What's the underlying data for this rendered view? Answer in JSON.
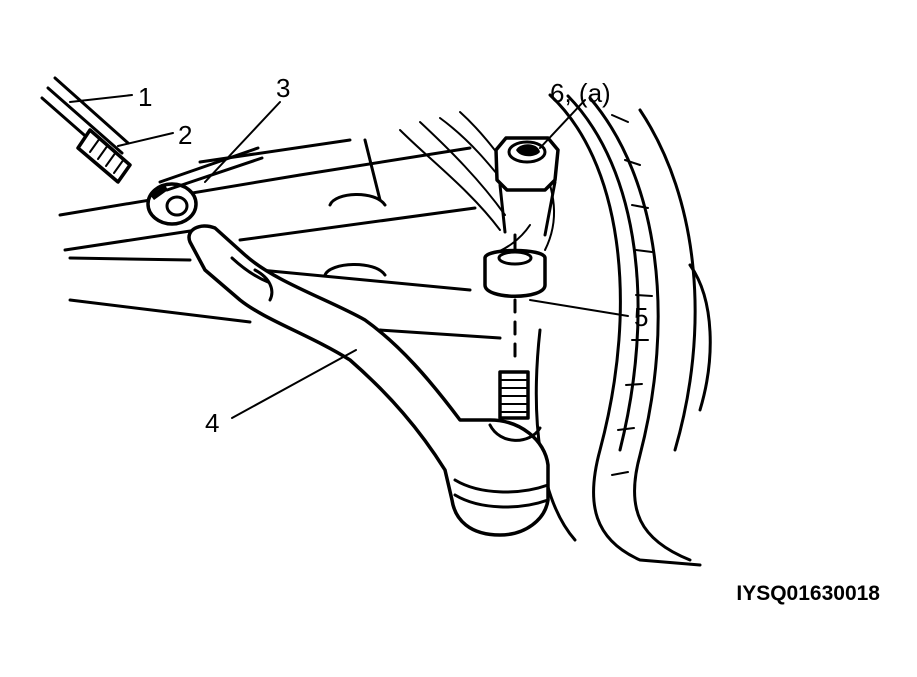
{
  "callouts": [
    {
      "id": "1",
      "label": "1"
    },
    {
      "id": "2",
      "label": "2"
    },
    {
      "id": "3",
      "label": "3"
    },
    {
      "id": "4",
      "label": "4"
    },
    {
      "id": "5",
      "label": "5"
    },
    {
      "id": "6",
      "label": "6, (a)"
    }
  ],
  "figure_id": "IYSQ01630018",
  "colors": {
    "ink": "#000000",
    "paper": "#ffffff"
  }
}
